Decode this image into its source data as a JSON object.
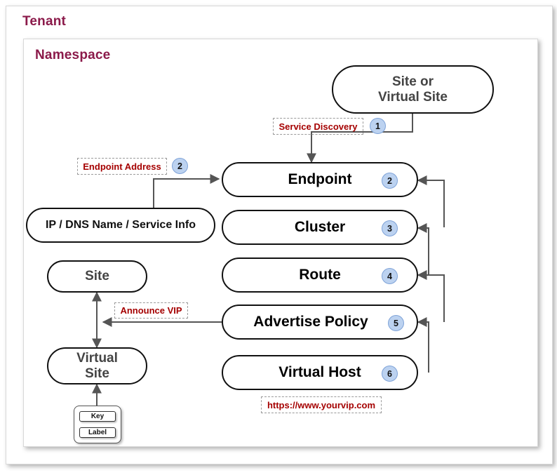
{
  "frames": {
    "tenant_title": "Tenant",
    "namespace_title": "Namespace"
  },
  "colors": {
    "frame_title": "#8B1A4A",
    "annotation_text": "#A50000",
    "badge_fill": "#BCD2F0",
    "badge_border": "#7FA3D8",
    "node_border": "#111111",
    "primary_text": "#000000",
    "grey_text": "#444444",
    "wire": "#555555"
  },
  "nodes": {
    "site_or_virtual_site": {
      "label": "Site or\nVirtual Site",
      "badge": ""
    },
    "endpoint": {
      "label": "Endpoint",
      "badge": "2"
    },
    "cluster": {
      "label": "Cluster",
      "badge": "3"
    },
    "route": {
      "label": "Route",
      "badge": "4"
    },
    "advertise_policy": {
      "label": "Advertise Policy",
      "badge": "5"
    },
    "virtual_host": {
      "label": "Virtual Host",
      "badge": "6"
    },
    "ip_dns_service": {
      "label": "IP / DNS Name / Service Info",
      "badge": ""
    },
    "site": {
      "label": "Site",
      "badge": ""
    },
    "virtual_site": {
      "label": "Virtual\nSite",
      "badge": ""
    }
  },
  "annotations": {
    "service_discovery": {
      "text": "Service Discovery",
      "badge": "1"
    },
    "endpoint_address": {
      "text": "Endpoint Address",
      "badge": "2"
    },
    "announce_vip": {
      "text": "Announce VIP",
      "badge": ""
    },
    "vip_url": {
      "text": "https://www.yourvip.com",
      "badge": ""
    }
  },
  "legend": {
    "key_label": "Key",
    "label_label": "Label"
  }
}
